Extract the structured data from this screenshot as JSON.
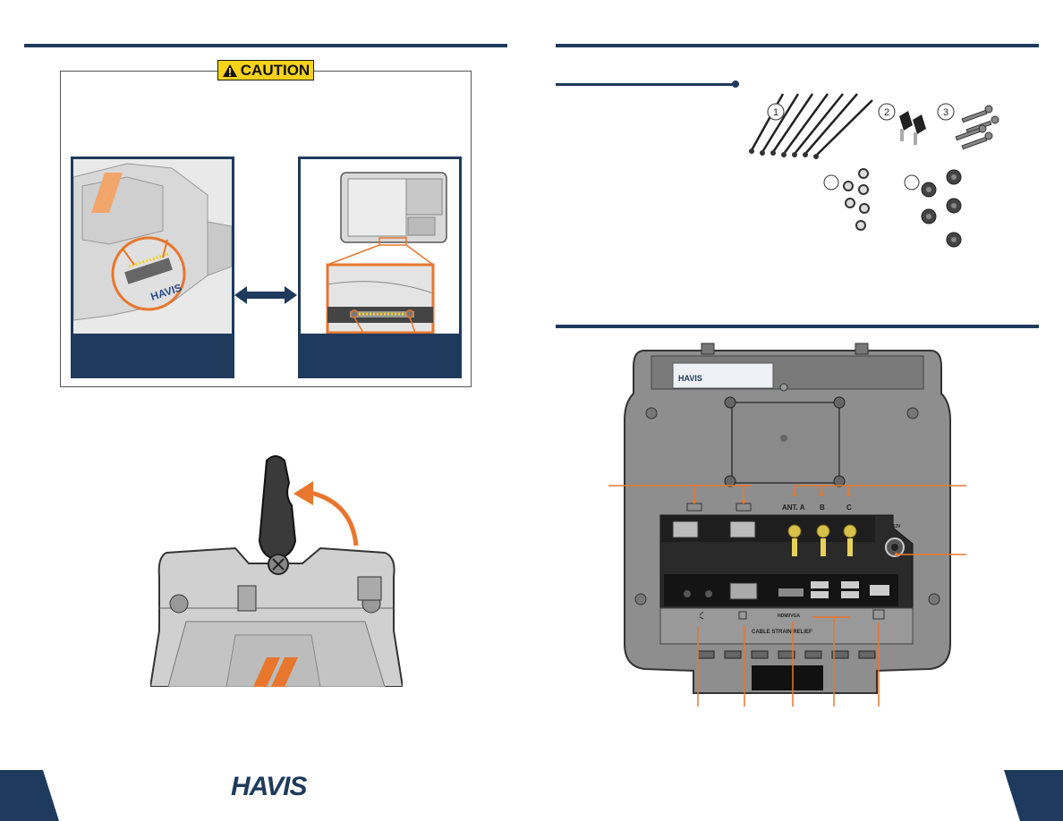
{
  "caution": {
    "label": "CAUTION"
  },
  "brand": {
    "logo_text": "HAVIS",
    "primary_color": "#1e3a5c",
    "accent_color": "#e8762d",
    "caution_color": "#f6d21b"
  },
  "parts": {
    "callouts": [
      "1",
      "2",
      "3"
    ]
  },
  "dock_labels": {
    "sticker": "HAVIS",
    "antennas": [
      "ANT. A",
      "B",
      "C"
    ],
    "dc_in": "DCIN 12V",
    "cable_strain_relief": "CABLE STRAIN RELIEF",
    "hdmi": "HDMI/VGA"
  },
  "dock_icon": {
    "logo": "HAVIS"
  },
  "footer": {
    "left_page_tab": "",
    "right_page_tab": ""
  }
}
